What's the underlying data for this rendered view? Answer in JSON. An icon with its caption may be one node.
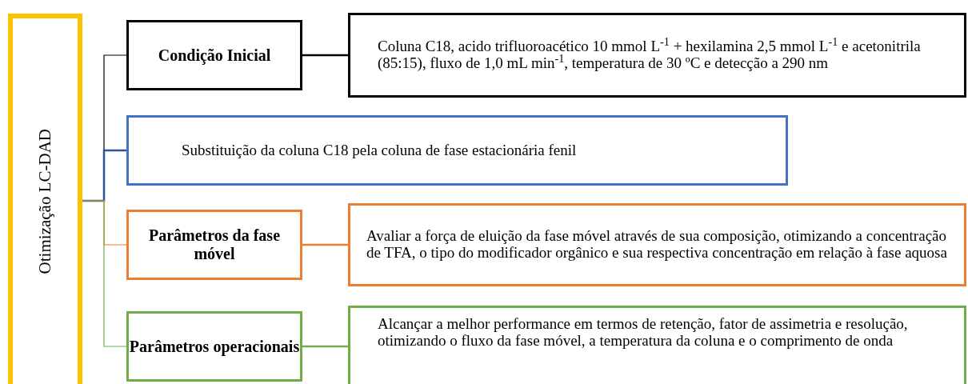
{
  "diagram": {
    "nodes": [
      {
        "text": [
          "Otimização LC-DAD"
        ]
      },
      {
        "text": [
          "Condição Inicial"
        ]
      },
      {
        "text": [
          "Coluna C18, acido trifluoroacético 10 mmol L$^{-1}$ + hexilamina 2,5 mmol L$^{-1}$ e acetonitrila (85:15), fluxo de 1,0 mL min$^{-1}$, temperatura de 30 ºC e detecção a 290 nm"
        ]
      },
      {
        "text": [
          "Substituição da coluna C18 pela coluna de fase estacionária fenil"
        ]
      },
      {
        "text": [
          "Parâmetros da fase móvel"
        ]
      },
      {
        "text": [
          "Avaliar a força de eluição da fase móvel através de sua composição, otimizando  a concentração de TFA, o tipo do modificador orgânico e sua respectiva concentração em relação à fase aquosa"
        ]
      },
      {
        "text": [
          "Parâmetros operacionais"
        ]
      },
      {
        "text": [
          "Alcançar a melhor performance em termos de retenção, fator de assimetria e resolução, otimizando o fluxo da fase móvel, a temperatura da coluna e o comprimento de onda"
        ]
      }
    ],
    "edges": [
      {
        "from": 0,
        "to": 1,
        "arrow": "none",
        "color": "#000000"
      },
      {
        "from": 0,
        "to": 3,
        "arrow": "none",
        "color": "#2f5597"
      },
      {
        "from": 0,
        "to": 4,
        "arrow": "none",
        "color": "#ed7d31"
      },
      {
        "from": 0,
        "to": 6,
        "arrow": "none",
        "color": "#70ad47"
      },
      {
        "from": 1,
        "to": 2,
        "arrow": "none",
        "color": "#000000"
      },
      {
        "from": 4,
        "to": 5,
        "arrow": "none",
        "color": "#ed7d31"
      },
      {
        "from": 6,
        "to": 7,
        "arrow": "none",
        "color": "#70ad47"
      }
    ]
  }
}
